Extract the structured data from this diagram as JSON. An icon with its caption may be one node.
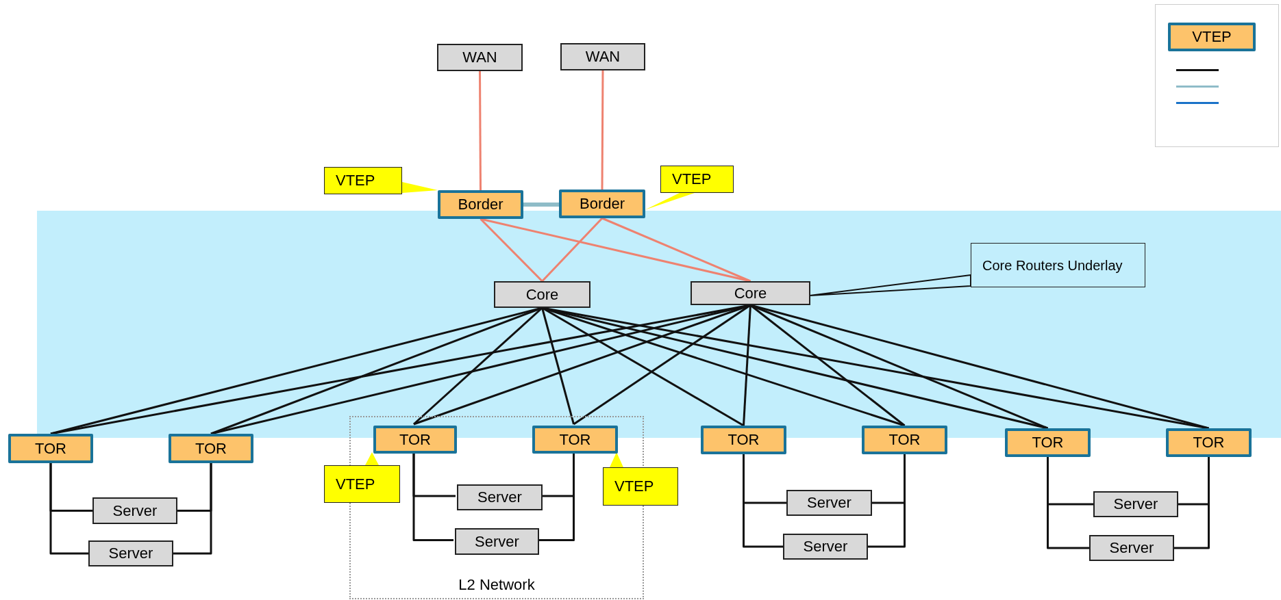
{
  "diagram": {
    "nodes": [
      {
        "text": [
          "WAN"
        ]
      },
      {
        "text": [
          "WAN"
        ]
      },
      {
        "text": [
          "VTEP"
        ]
      },
      {
        "text": [
          "Border"
        ]
      },
      {
        "text": [
          "Border"
        ]
      },
      {
        "text": [
          "VTEP"
        ]
      },
      {
        "text": [
          "Core"
        ]
      },
      {
        "text": [
          "Core"
        ]
      },
      {
        "text": [
          "Core Routers Underlay"
        ]
      },
      {
        "text": [
          "TOR"
        ]
      },
      {
        "text": [
          "TOR"
        ]
      },
      {
        "text": [
          "L2 Network"
        ]
      },
      {
        "text": [
          "TOR"
        ],
        "in": 11
      },
      {
        "text": [
          "TOR"
        ],
        "in": 11
      },
      {
        "text": [
          "TOR"
        ]
      },
      {
        "text": [
          "TOR"
        ]
      },
      {
        "text": [
          "TOR"
        ]
      },
      {
        "text": [
          "TOR"
        ]
      },
      {
        "text": [
          "VTEP"
        ]
      },
      {
        "text": [
          "VTEP"
        ]
      },
      {
        "text": [
          "Server"
        ]
      },
      {
        "text": [
          "Server"
        ]
      },
      {
        "text": [
          "Server"
        ],
        "in": 11
      },
      {
        "text": [
          "Server"
        ],
        "in": 11
      },
      {
        "text": [
          "Server"
        ]
      },
      {
        "text": [
          "Server"
        ]
      },
      {
        "text": [
          "Server"
        ]
      },
      {
        "text": [
          "Server"
        ]
      }
    ],
    "edges": [
      {
        "from": 0,
        "to": 3,
        "arrow": "none",
        "color": "#ee8270"
      },
      {
        "from": 1,
        "to": 4,
        "arrow": "none",
        "color": "#ee8270"
      },
      {
        "from": 3,
        "to": 4,
        "arrow": "none",
        "color": "#8fbcc8",
        "style": "thick"
      },
      {
        "from": 3,
        "to": 6,
        "arrow": "none",
        "color": "#ee8270"
      },
      {
        "from": 3,
        "to": 7,
        "arrow": "none",
        "color": "#ee8270"
      },
      {
        "from": 4,
        "to": 6,
        "arrow": "none",
        "color": "#ee8270"
      },
      {
        "from": 4,
        "to": 7,
        "arrow": "none",
        "color": "#ee8270"
      },
      {
        "from": 2,
        "to": 3,
        "arrow": "none",
        "color": "#ffff00"
      },
      {
        "from": 5,
        "to": 4,
        "arrow": "none",
        "color": "#ffff00"
      },
      {
        "from": 8,
        "to": 7,
        "arrow": "none"
      },
      {
        "from": 18,
        "to": 12,
        "arrow": "none",
        "color": "#ffff00"
      },
      {
        "from": 19,
        "to": 13,
        "arrow": "none",
        "color": "#ffff00"
      },
      {
        "from": 6,
        "to": 9,
        "arrow": "none"
      },
      {
        "from": 6,
        "to": 10,
        "arrow": "none"
      },
      {
        "from": 6,
        "to": 12,
        "arrow": "none"
      },
      {
        "from": 6,
        "to": 13,
        "arrow": "none"
      },
      {
        "from": 6,
        "to": 14,
        "arrow": "none"
      },
      {
        "from": 6,
        "to": 15,
        "arrow": "none"
      },
      {
        "from": 6,
        "to": 16,
        "arrow": "none"
      },
      {
        "from": 6,
        "to": 17,
        "arrow": "none"
      },
      {
        "from": 7,
        "to": 9,
        "arrow": "none"
      },
      {
        "from": 7,
        "to": 10,
        "arrow": "none"
      },
      {
        "from": 7,
        "to": 12,
        "arrow": "none"
      },
      {
        "from": 7,
        "to": 13,
        "arrow": "none"
      },
      {
        "from": 7,
        "to": 14,
        "arrow": "none"
      },
      {
        "from": 7,
        "to": 15,
        "arrow": "none"
      },
      {
        "from": 7,
        "to": 16,
        "arrow": "none"
      },
      {
        "from": 7,
        "to": 17,
        "arrow": "none"
      },
      {
        "from": 9,
        "to": 20,
        "arrow": "none"
      },
      {
        "from": 9,
        "to": 21,
        "arrow": "none"
      },
      {
        "from": 10,
        "to": 20,
        "arrow": "none"
      },
      {
        "from": 10,
        "to": 21,
        "arrow": "none"
      },
      {
        "from": 12,
        "to": 22,
        "arrow": "none"
      },
      {
        "from": 12,
        "to": 23,
        "arrow": "none"
      },
      {
        "from": 13,
        "to": 22,
        "arrow": "none"
      },
      {
        "from": 13,
        "to": 23,
        "arrow": "none"
      },
      {
        "from": 14,
        "to": 24,
        "arrow": "none"
      },
      {
        "from": 14,
        "to": 25,
        "arrow": "none"
      },
      {
        "from": 15,
        "to": 24,
        "arrow": "none"
      },
      {
        "from": 15,
        "to": 25,
        "arrow": "none"
      },
      {
        "from": 16,
        "to": 26,
        "arrow": "none"
      },
      {
        "from": 16,
        "to": 27,
        "arrow": "none"
      },
      {
        "from": 17,
        "to": 26,
        "arrow": "none"
      },
      {
        "from": 17,
        "to": 27,
        "arrow": "none"
      }
    ],
    "legend": [
      {
        "text": "VTEP",
        "color": "#fdc36b"
      }
    ]
  }
}
